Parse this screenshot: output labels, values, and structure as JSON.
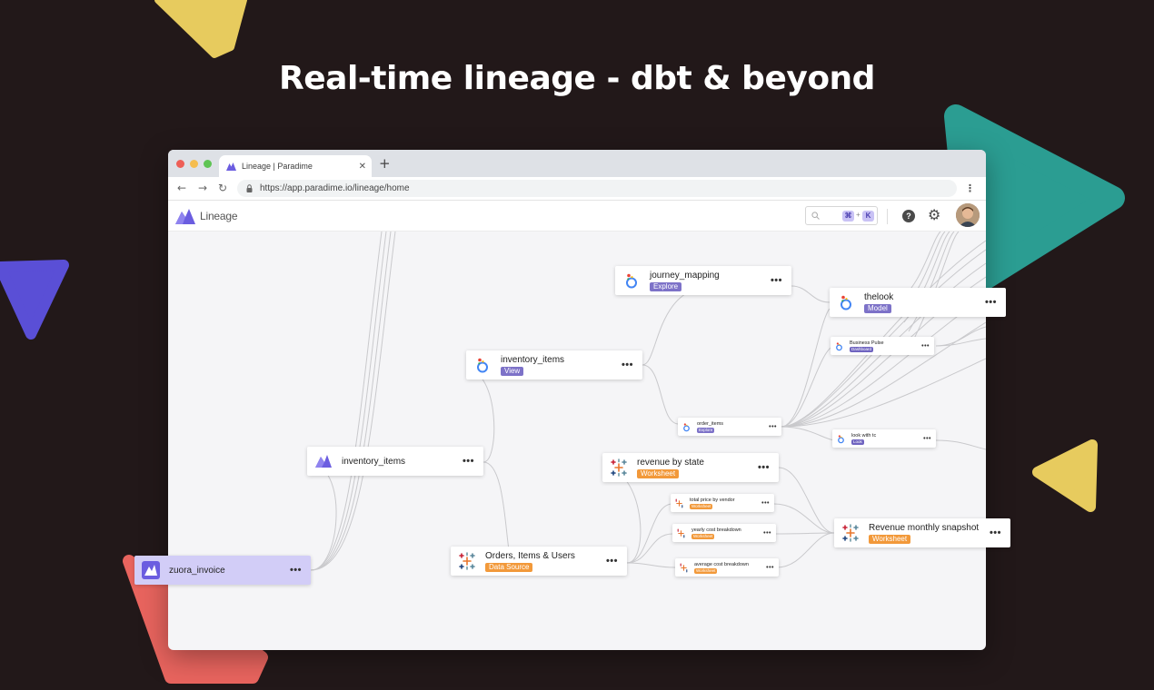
{
  "headline": "Real-time lineage - dbt & beyond",
  "colors": {
    "background": "#221819",
    "yellow": "#e7cb5e",
    "teal": "#2b9d92",
    "purple": "#5a4fd6",
    "coral": "#e8645e",
    "accent": "#7d72c8",
    "worksheet": "#f2993a"
  },
  "browser": {
    "tab_title": "Lineage | Paradime",
    "tab_close": "✕",
    "new_tab": "+",
    "back": "←",
    "forward": "→",
    "reload": "↻",
    "url": "https://app.paradime.io/lineage/home",
    "menu": "⋮"
  },
  "app": {
    "brand": "Lineage",
    "search": {
      "key1": "⌘",
      "plus": "+",
      "key2": "K"
    },
    "help": "?",
    "settings": "⚙"
  },
  "nodes": {
    "zuora_invoice": {
      "label": "zuora_invoice",
      "icon": "paradime-icon",
      "menu": "•••"
    },
    "inventory_items_src": {
      "label": "inventory_items",
      "icon": "paradime-icon",
      "menu": "•••"
    },
    "inventory_items_view": {
      "label": "inventory_items",
      "badge": "View",
      "icon": "looker-icon",
      "menu": "•••"
    },
    "journey_mapping": {
      "label": "journey_mapping",
      "badge": "Explore",
      "icon": "looker-icon",
      "menu": "•••"
    },
    "thelook": {
      "label": "thelook",
      "badge": "Model",
      "icon": "looker-icon",
      "menu": "•••"
    },
    "business_pulse": {
      "label": "Business Pulse",
      "badge": "Dashboard",
      "icon": "looker-icon",
      "menu": "•••"
    },
    "order_items": {
      "label": "order_items",
      "badge": "Explore",
      "icon": "looker-icon",
      "menu": "•••"
    },
    "look_with_tc": {
      "label": "look with tc",
      "badge": "Look",
      "icon": "looker-icon",
      "menu": "•••"
    },
    "revenue_by_state": {
      "label": "revenue by state",
      "badge": "Worksheet",
      "icon": "tableau-icon",
      "menu": "•••"
    },
    "orders_items_users": {
      "label": "Orders, Items & Users",
      "badge": "Data Source",
      "icon": "tableau-icon",
      "menu": "•••"
    },
    "total_price_by_vendor": {
      "label": "total price by vendor",
      "badge": "Worksheet",
      "icon": "tableau-icon",
      "menu": "•••"
    },
    "yearly_cost_breakdown": {
      "label": "yearly cost breakdown",
      "badge": "Worksheet",
      "icon": "tableau-icon",
      "menu": "•••"
    },
    "average_cost_breakdown": {
      "label": "average cost breakdown",
      "badge": "Worksheet",
      "icon": "tableau-icon",
      "menu": "•••"
    },
    "revenue_monthly_snapshot": {
      "label": "Revenue monthly snapshot",
      "badge": "Worksheet",
      "icon": "tableau-icon",
      "menu": "•••"
    }
  }
}
